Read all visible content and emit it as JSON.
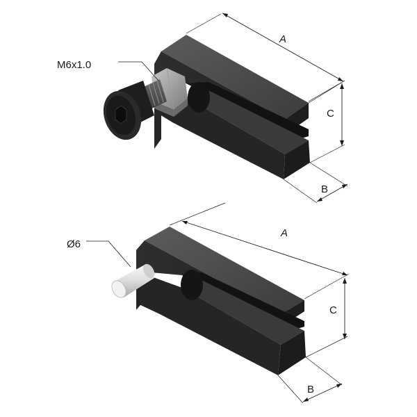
{
  "top_part": {
    "thread_label": "M6x1.0",
    "dim_a": "A",
    "dim_b": "B",
    "dim_c": "C"
  },
  "bottom_part": {
    "pin_label": "Ø6",
    "dim_a": "A",
    "dim_b": "B",
    "dim_c": "C"
  },
  "colors": {
    "body_top": "#4a4a4c",
    "body_side": "#2b2b2d",
    "body_front": "#1f1f21",
    "pin": "#e8e8e8"
  }
}
